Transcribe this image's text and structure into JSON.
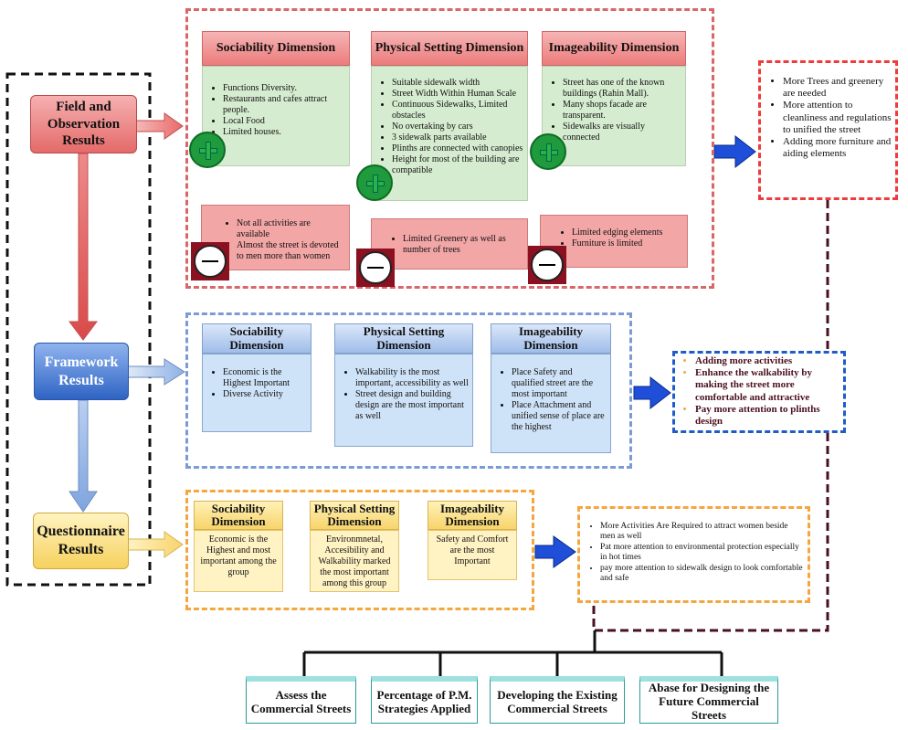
{
  "colors": {
    "red": "#e04848",
    "blue": "#3c72c8",
    "orange": "#f5a640",
    "black": "#111111",
    "maroon": "#4a1020",
    "arrow_blue": "#1f4fd8"
  },
  "sources": {
    "field": "Field and Observation Results",
    "framework": "Framework Results",
    "questionnaire": "Questionnaire Results"
  },
  "field": {
    "sociability": {
      "title": "Sociability Dimension",
      "positives": [
        "Functions Diversity.",
        " Restaurants and cafes attract people.",
        "Local Food",
        "Limited houses."
      ],
      "negatives": [
        "Not all activities are available",
        "Almost the street is devoted to men more than women"
      ]
    },
    "physical": {
      "title": "Physical Setting Dimension",
      "positives": [
        "Suitable sidewalk width",
        "Street Width Within Human Scale",
        "Continuous Sidewalks, Limited obstacles",
        "No overtaking by cars",
        "3 sidewalk parts available",
        "Plinths are connected with canopies",
        "Height for most of the building are compatible"
      ],
      "negatives": [
        "Limited Greenery as well as number of trees"
      ]
    },
    "imageability": {
      "title": "Imageability Dimension",
      "positives": [
        "Street has one of the known buildings (Rahin Mall).",
        "Many shops facade are transparent.",
        "Sidewalks are visually connected"
      ],
      "negatives": [
        "Limited edging elements",
        "Furniture is limited"
      ]
    },
    "recommendations": [
      "More Trees and greenery are needed",
      "More attention to cleanliness and regulations to unified the street",
      "Adding more furniture and aiding elements"
    ]
  },
  "framework": {
    "sociability": {
      "title": "Sociability Dimension",
      "items": [
        "Economic is the Highest Important",
        "Diverse Activity"
      ]
    },
    "physical": {
      "title": "Physical Setting Dimension",
      "items": [
        "Walkability is the most important, accessibility as well",
        "Street design and building design are the most important as well"
      ]
    },
    "imageability": {
      "title": "Imageability Dimension",
      "items": [
        "Place Safety and qualified street are the most important",
        "Place Attachment and unified sense of place are the highest"
      ]
    },
    "recommendations": [
      "Adding more activities",
      "Enhance the walkability by making the street more comfortable and attractive",
      "Pay more attention to plinths design"
    ]
  },
  "questionnaire": {
    "sociability": {
      "title": "Sociability Dimension",
      "text": "Economic is the Highest and most important among the group"
    },
    "physical": {
      "title": "Physical Setting Dimension",
      "text": "Environmnetal, Accesibility and Walkability marked the most important among this group"
    },
    "imageability": {
      "title": "Imageability Dimension",
      "text": "Safety and Comfort are the most Important"
    },
    "recommendations": [
      "More Activities Are Required to attract women beside men as well",
      "Pat more attention to environmental protection especially in hot times",
      "pay more attention to sidewalk design to look comfortable and safe"
    ]
  },
  "outcomes": [
    "Assess the Commercial Streets",
    "Percentage of P.M. Strategies Applied",
    "Developing the Existing Commercial Streets",
    "Abase for Designing the Future Commercial Streets"
  ]
}
